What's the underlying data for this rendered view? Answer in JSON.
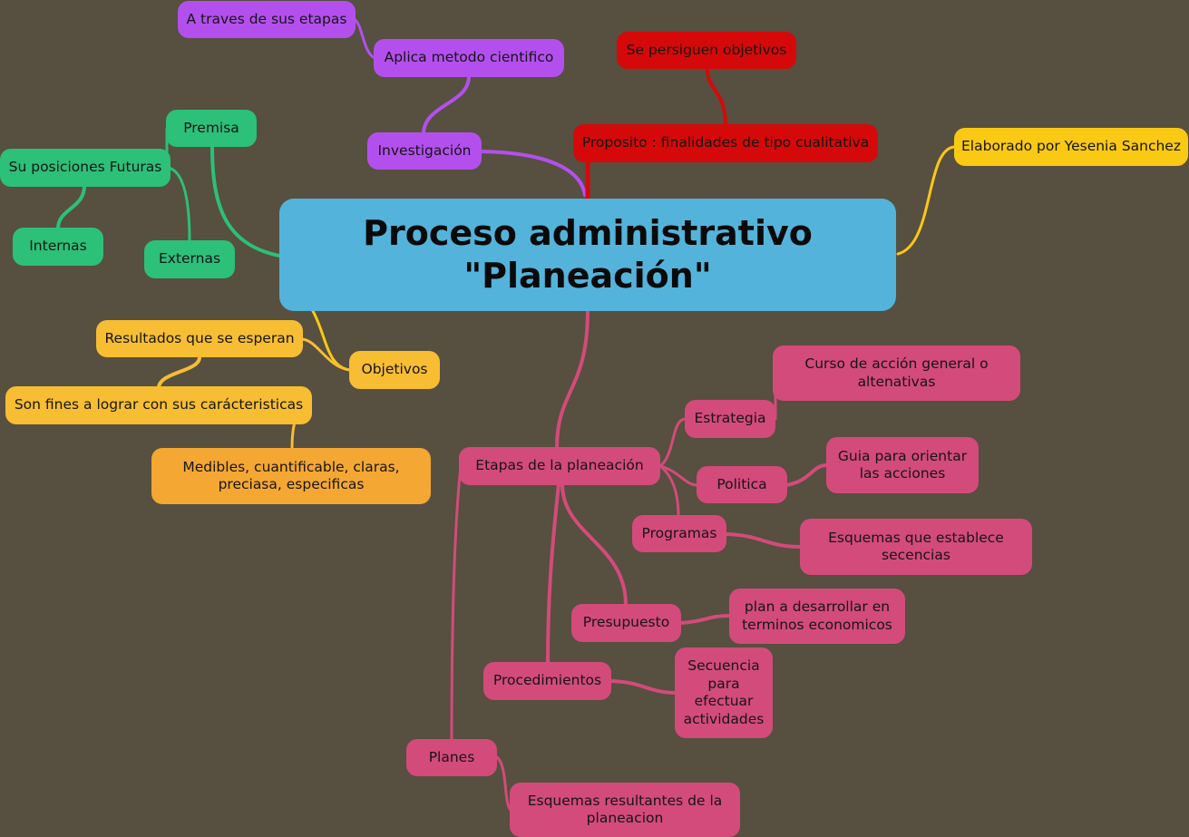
{
  "central": {
    "line1": "Proceso administrativo",
    "line2": "\"Planeación\""
  },
  "purple": {
    "investigacion": "Investigación",
    "aplica": "Aplica metodo cientifico",
    "traves": "A traves de sus etapas"
  },
  "red": {
    "proposito": "Proposito : finalidades de tipo cualitativa",
    "objetivos": "Se persiguen objetivos"
  },
  "yellow": {
    "autor": "Elaborado por Yesenia Sanchez"
  },
  "green": {
    "premisa": "Premisa",
    "posiciones": "Su posiciones Futuras",
    "internas": "Internas",
    "externas": "Externas"
  },
  "orange": {
    "objetivos": "Objetivos",
    "resultados": "Resultados que se esperan",
    "fines": "Son fines a lograr con sus carácteristicas",
    "medibles": "Medibles, cuantificable, claras, preciasa, especificas"
  },
  "pink": {
    "etapas": "Etapas de la planeación",
    "estrategia": "Estrategia",
    "curso": "Curso de acción general o altenativas",
    "politica": "Politica",
    "guia": "Guia para orientar las acciones",
    "programas": "Programas",
    "esquemas_sec": "Esquemas que establece secencias",
    "presupuesto": "Presupuesto",
    "plan": "plan a desarrollar en terminos economicos",
    "procedimientos": "Procedimientos",
    "secuencia": "Secuencia para efectuar actividades",
    "planes": "Planes",
    "esquemas_res": "Esquemas resultantes de la planeacion"
  },
  "colors": {
    "background": "#574f40",
    "central": "#54b3da",
    "purple": "#b350ed",
    "red": "#d50909",
    "yellow": "#f9c914",
    "green": "#2cc078",
    "orange": "#f7bd33",
    "pink": "#d34b7a"
  }
}
